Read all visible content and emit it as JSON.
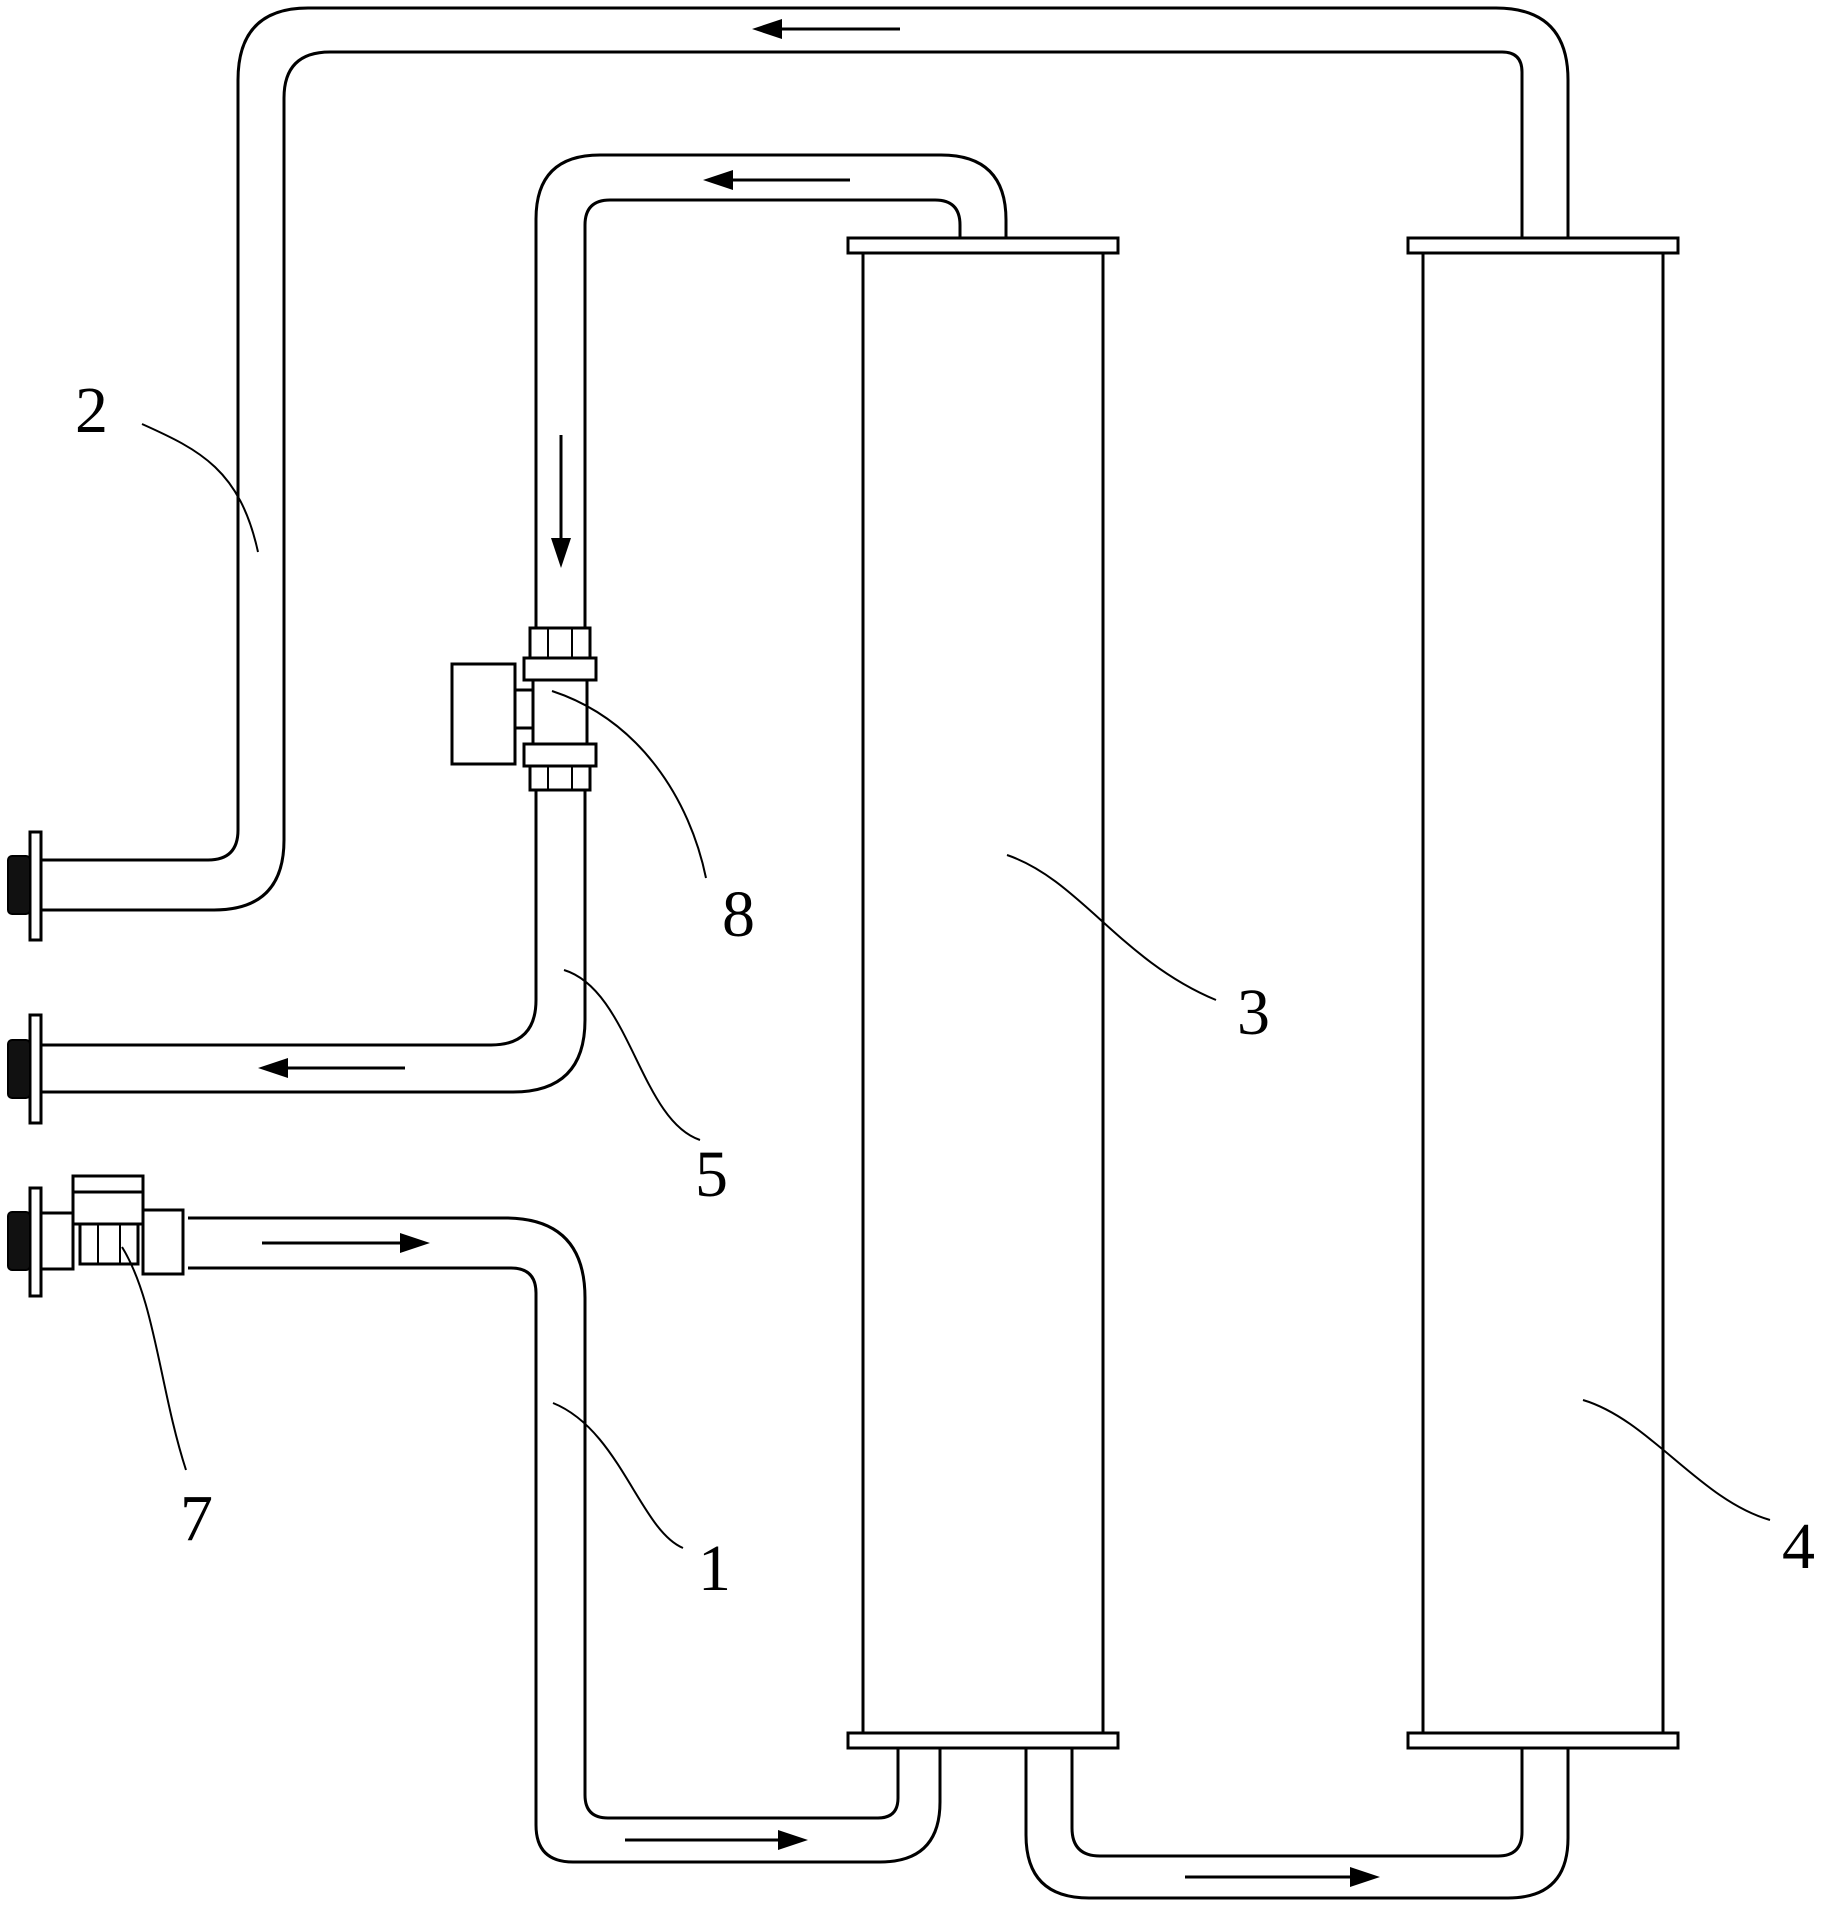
{
  "labels": {
    "pipe_outer_return": "2",
    "pipe_inlet": "1",
    "tank_first": "3",
    "tank_second": "4",
    "pipe_outlet": "5",
    "valve_inlet": "7",
    "valve_outlet": "8"
  },
  "colors": {
    "line": "#000000",
    "background": "#ffffff"
  }
}
